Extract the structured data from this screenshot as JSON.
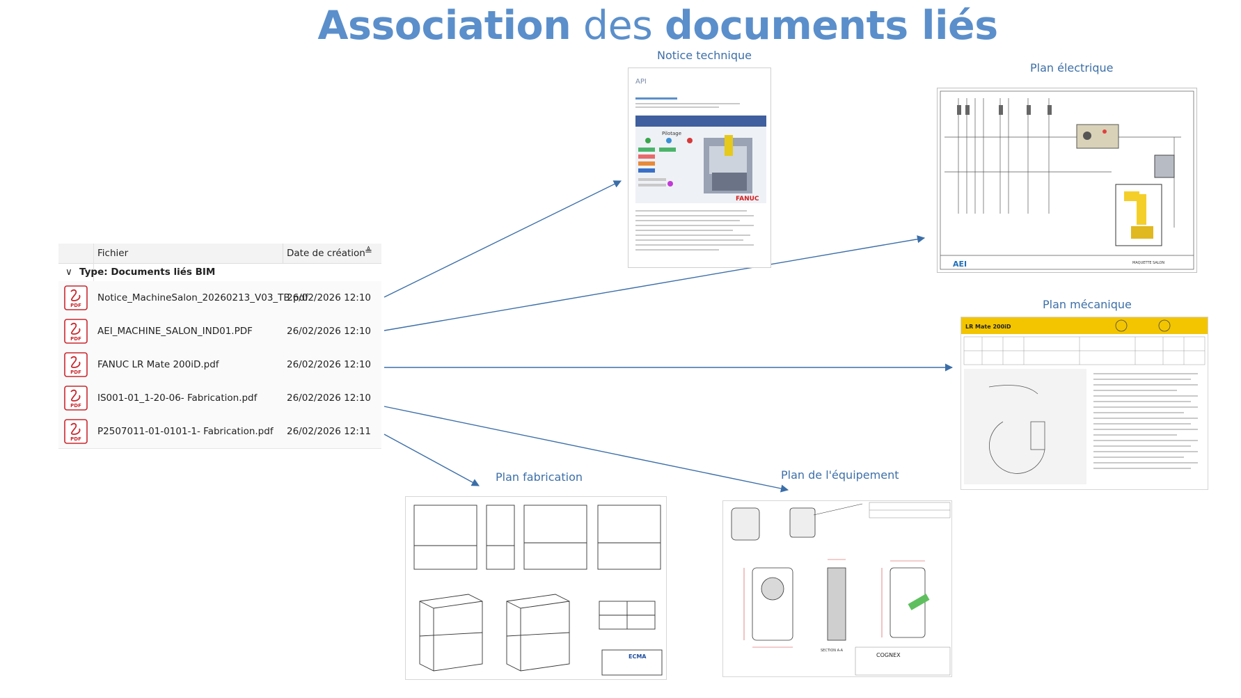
{
  "title": {
    "part1": "Association",
    "part2": "des",
    "part3": "documents liés"
  },
  "file_list": {
    "col_file": "Fichier",
    "col_date": "Date de création",
    "sort_icon": "sort-ascending-icon",
    "group_chevron": "∨",
    "group_label": "Type: Documents liés BIM",
    "file_icon": "pdf-file-icon",
    "pdf_badge": "PDF",
    "rows": [
      {
        "name": "Notice_MachineSalon_20260213_V03_TB.pdf",
        "date": "26/02/2026 12:10"
      },
      {
        "name": "AEI_MACHINE_SALON_IND01.PDF",
        "date": "26/02/2026 12:10"
      },
      {
        "name": "FANUC LR Mate 200iD.pdf",
        "date": "26/02/2026 12:10"
      },
      {
        "name": "IS001-01_1-20-06- Fabrication.pdf",
        "date": "26/02/2026 12:10"
      },
      {
        "name": "P2507011-01-0101-1- Fabrication.pdf",
        "date": "26/02/2026 12:11"
      }
    ]
  },
  "documents": {
    "notice": {
      "label": "Notice technique",
      "brand": "API",
      "heading": "Pilotage",
      "logo": "FANUC"
    },
    "electrique": {
      "label": "Plan électrique",
      "logo": "AEI",
      "caption": "MAQUETTE SALON"
    },
    "mecanique": {
      "label": "Plan mécanique",
      "header": "LR Mate 200iD"
    },
    "fabrication": {
      "label": "Plan fabrication",
      "logo": "ECMA"
    },
    "equipement": {
      "label": "Plan de l'équipement",
      "logo": "COGNEX",
      "section": "SECTION A-A"
    }
  },
  "colors": {
    "title": "#5b8fcb",
    "arrow": "#3b6ea8",
    "pdf_red": "#c8272d",
    "yellow": "#f2c500"
  }
}
